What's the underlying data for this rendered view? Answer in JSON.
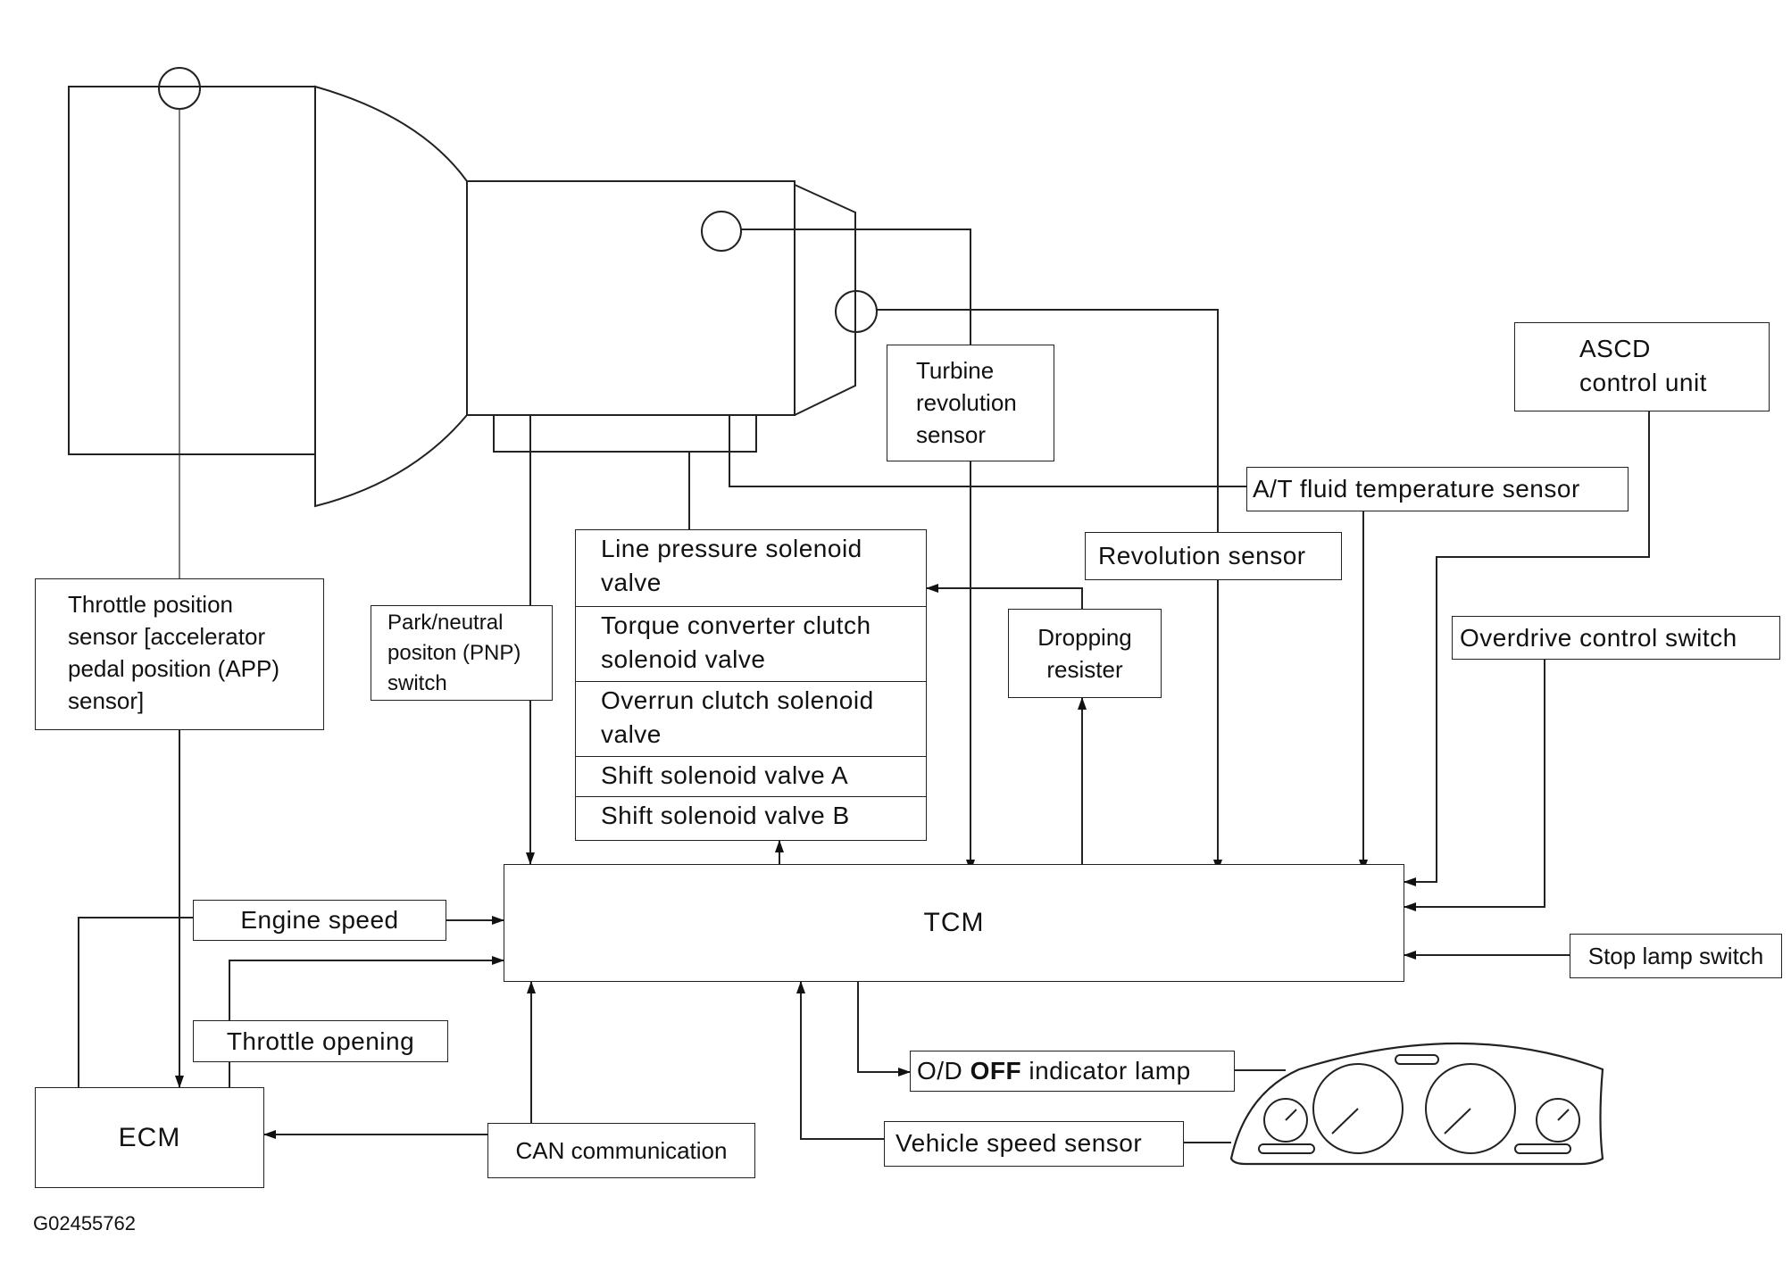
{
  "figure_id": "G02455762",
  "labels": {
    "tps": "Throttle position\nsensor [accelerator\npedal position (APP)\nsensor]",
    "pnp": "Park/neutral\npositon (PNP)\nswitch",
    "turbine": "Turbine\nrevolution\nsensor",
    "ascd": "ASCD\ncontrol unit",
    "atf_temp": "A/T fluid temperature sensor",
    "revolution": "Revolution sensor",
    "dropping": "Dropping\nresister",
    "overdrive": "Overdrive control switch",
    "tcm": "TCM",
    "stop_lamp": "Stop lamp switch",
    "engine_speed": "Engine speed",
    "throttle_opening": "Throttle opening",
    "ecm": "ECM",
    "can": "CAN communication",
    "od_lamp_pre": "O/D ",
    "od_lamp_bold": "OFF",
    "od_lamp_post": " indicator lamp",
    "vss": "Vehicle speed sensor"
  },
  "solenoids": [
    "Line pressure solenoid valve",
    "Torque converter clutch solenoid valve",
    "Overrun clutch solenoid valve",
    "Shift solenoid valve A",
    "Shift solenoid valve B"
  ]
}
